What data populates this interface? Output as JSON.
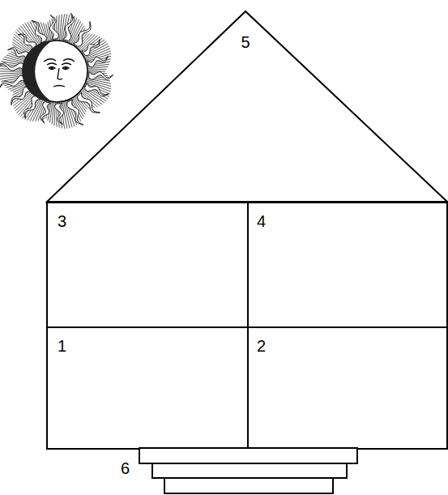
{
  "diagram": {
    "nodes": [
      {
        "text": [
          "5"
        ]
      },
      {
        "text": [
          "3"
        ]
      },
      {
        "text": [
          "4"
        ]
      },
      {
        "text": [
          "1"
        ]
      },
      {
        "text": [
          "2"
        ]
      },
      {
        "text": [
          "6"
        ]
      }
    ],
    "edges": []
  }
}
